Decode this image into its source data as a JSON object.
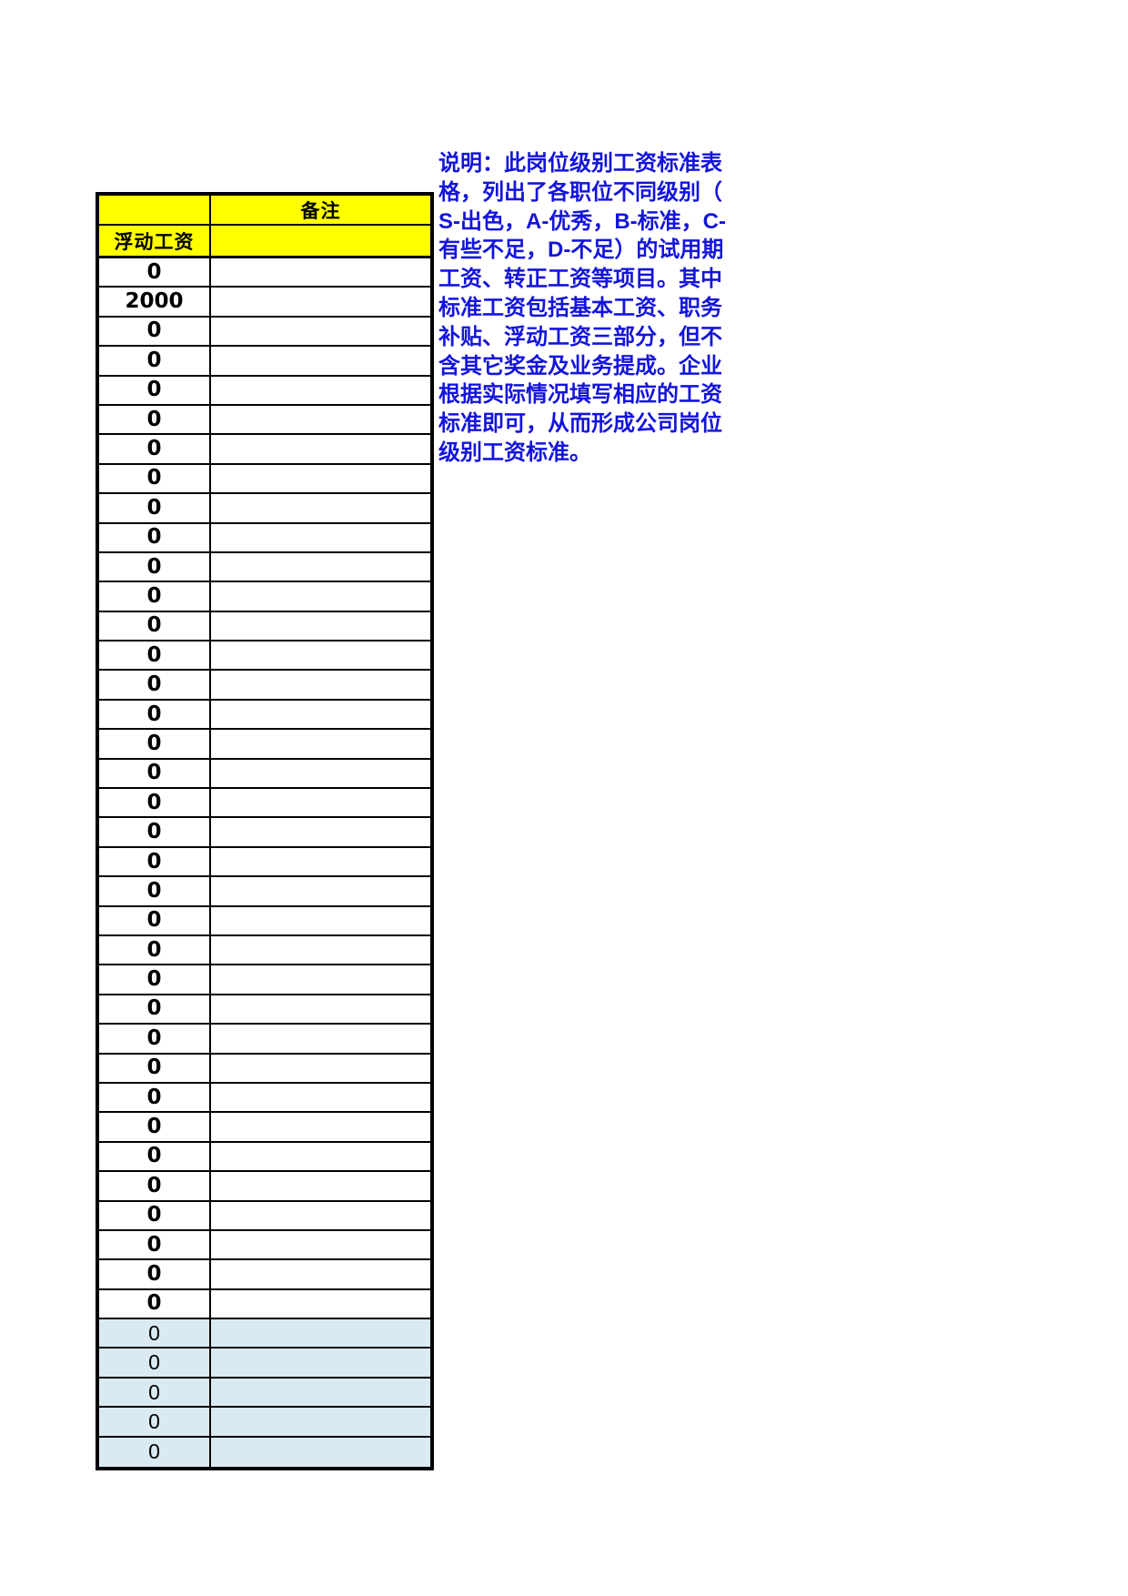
{
  "table": {
    "header": {
      "remark_column_label": "备注",
      "floating_salary_label": "浮动工资"
    },
    "colors": {
      "header_fill": "#FFFF00",
      "row_fill_white": "#FFFFFF",
      "row_fill_blue": "#D9EAF2",
      "border": "#000000"
    },
    "rows": [
      {
        "value": "0",
        "style": "white"
      },
      {
        "value": "2000",
        "style": "white"
      },
      {
        "value": "0",
        "style": "white"
      },
      {
        "value": "0",
        "style": "white"
      },
      {
        "value": "0",
        "style": "white"
      },
      {
        "value": "0",
        "style": "white"
      },
      {
        "value": "0",
        "style": "white"
      },
      {
        "value": "0",
        "style": "white"
      },
      {
        "value": "0",
        "style": "white"
      },
      {
        "value": "0",
        "style": "white"
      },
      {
        "value": "0",
        "style": "white"
      },
      {
        "value": "0",
        "style": "white"
      },
      {
        "value": "0",
        "style": "white"
      },
      {
        "value": "0",
        "style": "white"
      },
      {
        "value": "0",
        "style": "white"
      },
      {
        "value": "0",
        "style": "white"
      },
      {
        "value": "0",
        "style": "white"
      },
      {
        "value": "0",
        "style": "white"
      },
      {
        "value": "0",
        "style": "white"
      },
      {
        "value": "0",
        "style": "white"
      },
      {
        "value": "0",
        "style": "white"
      },
      {
        "value": "0",
        "style": "white"
      },
      {
        "value": "0",
        "style": "white"
      },
      {
        "value": "0",
        "style": "white"
      },
      {
        "value": "0",
        "style": "white"
      },
      {
        "value": "0",
        "style": "white"
      },
      {
        "value": "0",
        "style": "white"
      },
      {
        "value": "0",
        "style": "white"
      },
      {
        "value": "0",
        "style": "white"
      },
      {
        "value": "0",
        "style": "white"
      },
      {
        "value": "0",
        "style": "white"
      },
      {
        "value": "0",
        "style": "white"
      },
      {
        "value": "0",
        "style": "white"
      },
      {
        "value": "0",
        "style": "white"
      },
      {
        "value": "0",
        "style": "white"
      },
      {
        "value": "0",
        "style": "white"
      },
      {
        "value": "0",
        "style": "blue"
      },
      {
        "value": "0",
        "style": "blue"
      },
      {
        "value": "0",
        "style": "blue"
      },
      {
        "value": "0",
        "style": "blue"
      },
      {
        "value": "0",
        "style": "blue"
      }
    ]
  },
  "note": {
    "color": "#1414DC",
    "label": "说明：",
    "lines": [
      "此岗位级别工资标准表",
      "格，列出了各职位不同级别（",
      "S-出色，A-优秀，B-标准，C-",
      "有些不足，D-不足）的试用期",
      "工资、转正工资等项目。其中",
      "标准工资包括基本工资、职务",
      "补贴、浮动工资三部分，但不",
      "含其它奖金及业务提成。企业",
      "根据实际情况填写相应的工资",
      "标准即可，从而形成公司岗位",
      "级别工资标准。"
    ]
  }
}
